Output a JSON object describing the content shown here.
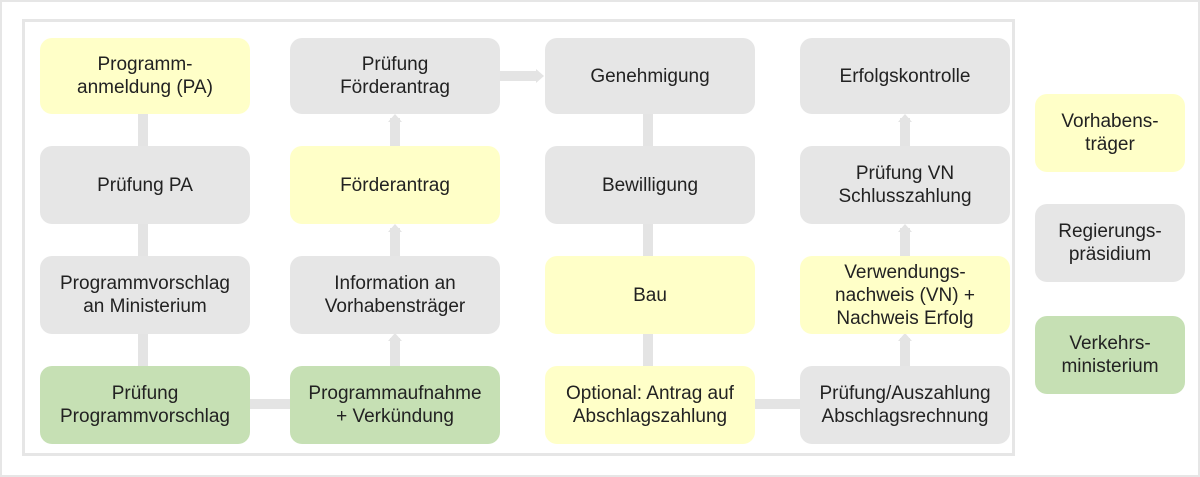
{
  "nodes": [
    {
      "id": "programmanmeldung",
      "text": "Programm-\nanmeldung (PA)",
      "category": "yellow"
    },
    {
      "id": "pruefung-pa",
      "text": "Prüfung PA",
      "category": "grey"
    },
    {
      "id": "programmvorschlag",
      "text": "Programmvorschlag\nan Ministerium",
      "category": "grey"
    },
    {
      "id": "pruefung-programmvorschlag",
      "text": "Prüfung\nProgrammvorschlag",
      "category": "green"
    },
    {
      "id": "programmaufnahme",
      "text": "Programmaufnahme\n+ Verkündung",
      "category": "green"
    },
    {
      "id": "information",
      "text": "Information an\nVorhabensträger",
      "category": "grey"
    },
    {
      "id": "foerderantrag",
      "text": "Förderantrag",
      "category": "yellow"
    },
    {
      "id": "pruefung-foerderantrag",
      "text": "Prüfung\nFörderantrag",
      "category": "grey"
    },
    {
      "id": "genehmigung",
      "text": "Genehmigung",
      "category": "grey"
    },
    {
      "id": "bewilligung",
      "text": "Bewilligung",
      "category": "grey"
    },
    {
      "id": "bau",
      "text": "Bau",
      "category": "yellow"
    },
    {
      "id": "antrag-abschlag",
      "text": "Optional: Antrag auf\nAbschlagszahlung",
      "category": "yellow"
    },
    {
      "id": "pruefung-auszahlung",
      "text": "Prüfung/Auszahlung\nAbschlagsrechnung",
      "category": "grey"
    },
    {
      "id": "verwendungsnachweis",
      "text": "Verwendungs-\nnachweis (VN) +\nNachweis Erfolg",
      "category": "yellow"
    },
    {
      "id": "pruefung-vn",
      "text": "Prüfung VN\nSchlusszahlung",
      "category": "grey"
    },
    {
      "id": "erfolgskontrolle",
      "text": "Erfolgskontrolle",
      "category": "grey"
    }
  ],
  "edges": [
    {
      "from": "programmanmeldung",
      "to": "pruefung-pa"
    },
    {
      "from": "pruefung-pa",
      "to": "programmvorschlag"
    },
    {
      "from": "programmvorschlag",
      "to": "pruefung-programmvorschlag"
    },
    {
      "from": "pruefung-programmvorschlag",
      "to": "programmaufnahme"
    },
    {
      "from": "programmaufnahme",
      "to": "information"
    },
    {
      "from": "information",
      "to": "foerderantrag"
    },
    {
      "from": "foerderantrag",
      "to": "pruefung-foerderantrag"
    },
    {
      "from": "pruefung-foerderantrag",
      "to": "genehmigung"
    },
    {
      "from": "genehmigung",
      "to": "bewilligung"
    },
    {
      "from": "bewilligung",
      "to": "bau"
    },
    {
      "from": "bau",
      "to": "antrag-abschlag"
    },
    {
      "from": "antrag-abschlag",
      "to": "pruefung-auszahlung"
    },
    {
      "from": "pruefung-auszahlung",
      "to": "verwendungsnachweis"
    },
    {
      "from": "verwendungsnachweis",
      "to": "pruefung-vn"
    },
    {
      "from": "pruefung-vn",
      "to": "erfolgskontrolle"
    }
  ],
  "legend": [
    {
      "text": "Vorhabens-\nträger",
      "category": "yellow"
    },
    {
      "text": "Regierungs-\npräsidium",
      "category": "grey"
    },
    {
      "text": "Verkehrs-\nministerium",
      "category": "green"
    }
  ],
  "colors": {
    "yellow": "#ffffc8",
    "grey": "#e6e6e6",
    "green": "#c6e0b4",
    "connector": "#e4e4e4"
  }
}
